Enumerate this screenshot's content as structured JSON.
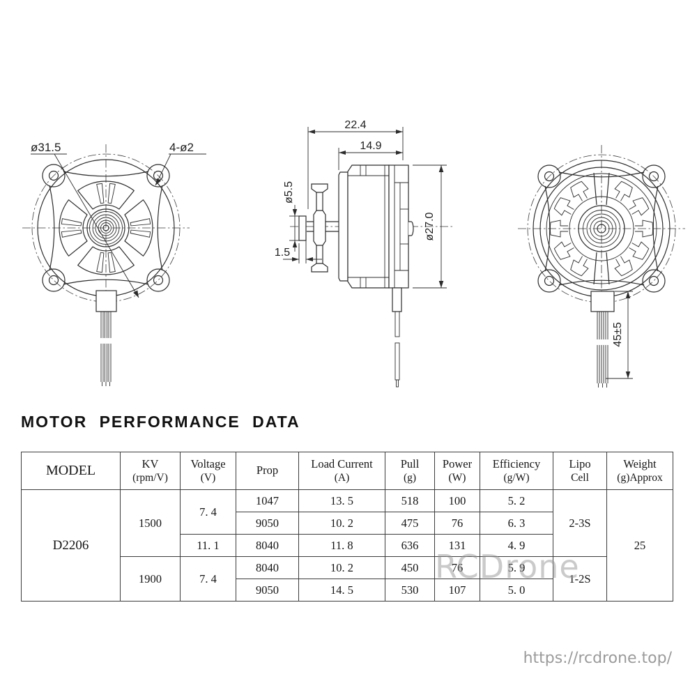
{
  "title": "MOTOR PERFORMANCE DATA",
  "colors": {
    "line": "#2b2b2b",
    "table_border": "#3b3b3b",
    "watermark": "#969696",
    "url_text": "#9b9b9b"
  },
  "drawings": {
    "front_view": {
      "mount_diameter_label": "ø31.5",
      "mount_holes_label": "4-ø2"
    },
    "side_view": {
      "overall_length_label": "22.4",
      "body_length_label": "14.9",
      "shaft_diameter_label": "ø5.5",
      "shaft_step_label": "1.5",
      "body_diameter_label": "ø27.0"
    },
    "rear_view": {
      "wire_length_label": "45±5"
    }
  },
  "table": {
    "headers": [
      {
        "l1": "MODEL",
        "l2": ""
      },
      {
        "l1": "KV",
        "l2": "(rpm/V)"
      },
      {
        "l1": "Voltage",
        "l2": "(V)"
      },
      {
        "l1": "Prop",
        "l2": ""
      },
      {
        "l1": "Load Current",
        "l2": "(A)"
      },
      {
        "l1": "Pull",
        "l2": "(g)"
      },
      {
        "l1": "Power",
        "l2": "(W)"
      },
      {
        "l1": "Efficiency",
        "l2": "(g/W)"
      },
      {
        "l1": "Lipo",
        "l2": "Cell"
      },
      {
        "l1": "Weight",
        "l2": "(g)Approx"
      }
    ],
    "model": "D2206",
    "weight_g": "25",
    "kv_groups": [
      {
        "kv": "1500"
      },
      {
        "kv": "1900"
      }
    ],
    "voltage_groups": [
      {
        "v": "7. 4"
      },
      {
        "v": "11. 1"
      },
      {
        "v": "7. 4"
      }
    ],
    "lipo_groups": [
      {
        "cell": "2-3S"
      },
      {
        "cell": "1-2S"
      }
    ],
    "rows": [
      {
        "prop": "1047",
        "load": "13. 5",
        "pull": "518",
        "power": "100",
        "eff": "5. 2"
      },
      {
        "prop": "9050",
        "load": "10. 2",
        "pull": "475",
        "power": "76",
        "eff": "6. 3"
      },
      {
        "prop": "8040",
        "load": "11. 8",
        "pull": "636",
        "power": "131",
        "eff": "4. 9"
      },
      {
        "prop": "8040",
        "load": "10. 2",
        "pull": "450",
        "power": "76",
        "eff": "5. 9"
      },
      {
        "prop": "9050",
        "load": "14. 5",
        "pull": "530",
        "power": "107",
        "eff": "5. 0"
      }
    ]
  },
  "watermarks": {
    "table_text": "RCDrone",
    "url_text": "https://rcdrone.top/"
  }
}
